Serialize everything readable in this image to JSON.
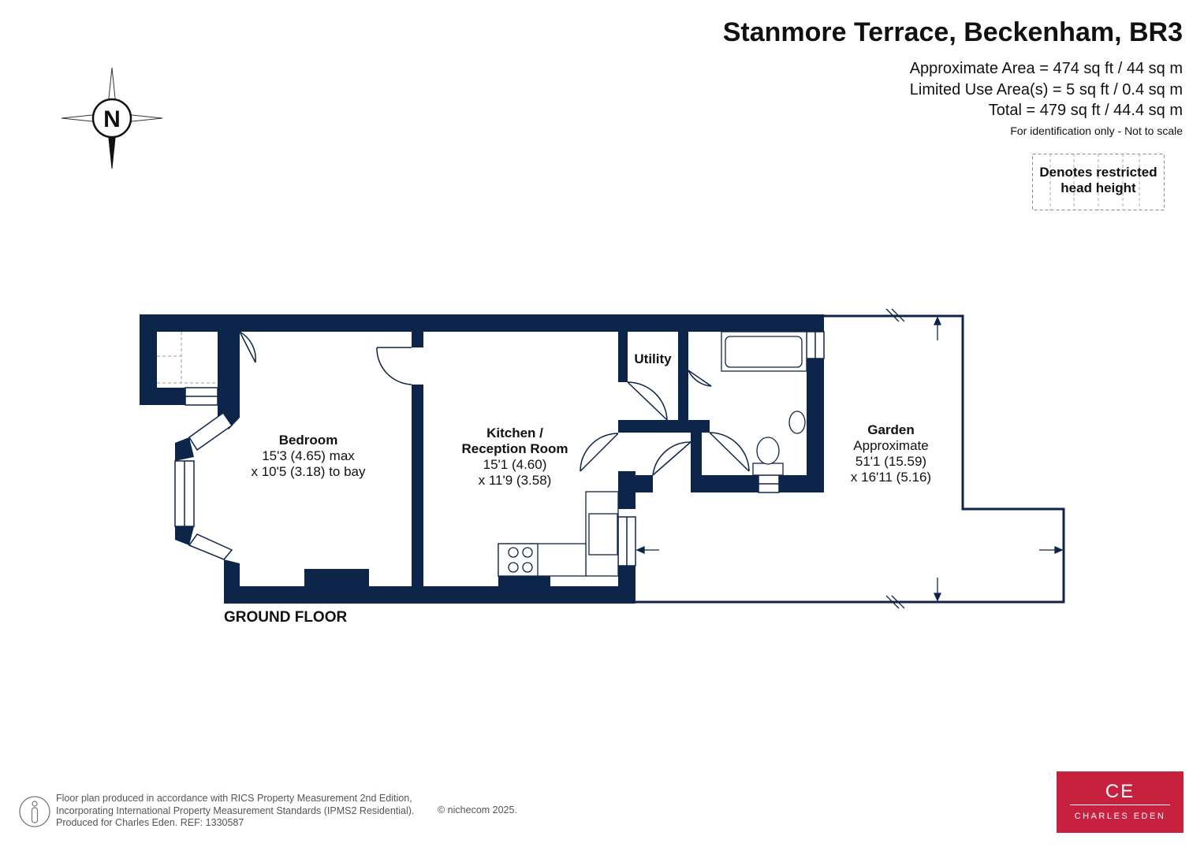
{
  "header": {
    "title": "Stanmore Terrace, Beckenham, BR3",
    "approx_area": "Approximate Area = 474 sq ft / 44 sq m",
    "limited_use": "Limited Use Area(s) = 5 sq ft / 0.4 sq m",
    "total": "Total = 479 sq ft / 44.4 sq m",
    "note": "For identification only - Not to scale"
  },
  "legend": {
    "line1": "Denotes restricted",
    "line2": "head height"
  },
  "compass": {
    "label": "N",
    "icon": "north-compass-icon"
  },
  "rooms": {
    "bedroom": {
      "name": "Bedroom",
      "dim1": "15'3 (4.65) max",
      "dim2": "x 10'5 (3.18) to bay"
    },
    "kitchen": {
      "name1": "Kitchen /",
      "name2": "Reception Room",
      "dim1": "15'1 (4.60)",
      "dim2": "x 11'9 (3.58)"
    },
    "utility": {
      "name": "Utility"
    },
    "garden": {
      "name": "Garden",
      "sub": "Approximate",
      "dim1": "51'1 (15.59)",
      "dim2": "x 16'11 (5.16)"
    }
  },
  "floor_label": "GROUND FLOOR",
  "footer": {
    "line1": "Floor plan produced in accordance with RICS Property Measurement 2nd Edition,",
    "line2": "Incorporating International Property Measurement Standards (IPMS2 Residential).",
    "line3": "Produced for Charles Eden.   REF: 1330587",
    "copyright": "© nichecom 2025."
  },
  "logo": {
    "monogram": "CE",
    "name": "CHARLES EDEN"
  },
  "colors": {
    "wall": "#0d2548",
    "brand": "#c8203f",
    "text": "#111111"
  }
}
